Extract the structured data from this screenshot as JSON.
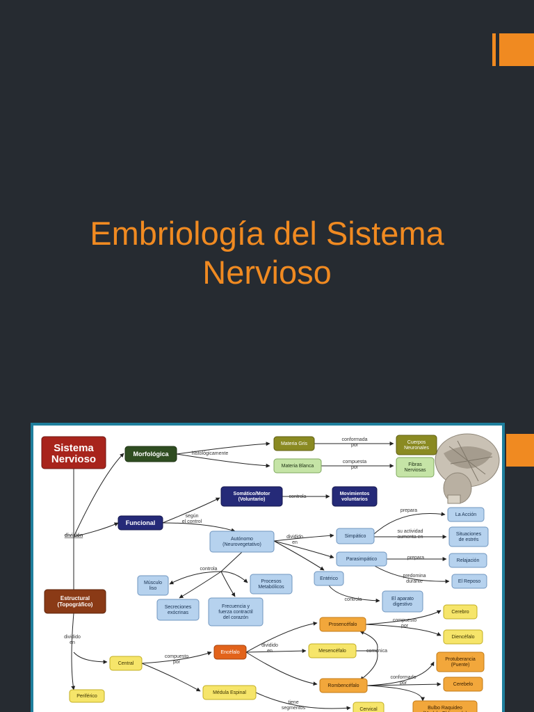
{
  "slide": {
    "title_line1": "Embriología del Sistema",
    "title_line2": "Nervioso",
    "accent_color": "#f08a21",
    "background_color": "#262b31"
  },
  "concept_map": {
    "nodes": {
      "root": [
        "Sistema",
        "Nervioso"
      ],
      "morfologica": [
        "Morfológica"
      ],
      "materia_gris": [
        "Materia Gris"
      ],
      "materia_blanca": [
        "Materia Blanca"
      ],
      "cuerpos": [
        "Cuerpos",
        "Neuronales"
      ],
      "fibras": [
        "Fibras",
        "Nerviosas"
      ],
      "funcional": [
        "Funcional"
      ],
      "somatico": [
        "Somático/Motor",
        "(Voluntario)"
      ],
      "movimientos": [
        "Movimientos",
        "voluntarios"
      ],
      "autonomo": [
        "Autónomo",
        "(Neurovegetativo)"
      ],
      "simpatico": [
        "Simpático"
      ],
      "parasimpatico": [
        "Parasimpático"
      ],
      "enterico": [
        "Entérico"
      ],
      "la_accion": [
        "La Acción"
      ],
      "situaciones": [
        "Situaciones",
        "de estrés"
      ],
      "relajacion": [
        "Relajación"
      ],
      "el_reposo": [
        "El Reposo"
      ],
      "aparato": [
        "El aparato",
        "digestivo"
      ],
      "musculo": [
        "Músculo",
        "liso"
      ],
      "secreciones": [
        "Secreciones",
        "exócrinas"
      ],
      "frecuencia": [
        "Frecuencia y",
        "fuerza contractil",
        "del corazón"
      ],
      "procesos": [
        "Procesos",
        "Metabólicos"
      ],
      "estructural": [
        "Estructural",
        "(Topográfico)"
      ],
      "central": [
        "Central"
      ],
      "periferico": [
        "Periférico"
      ],
      "encefalo": [
        "Encéfalo"
      ],
      "medula": [
        "Médula Espinal"
      ],
      "prosencefalo": [
        "Prosencéfalo"
      ],
      "mesencefalo": [
        "Mesencéfalo"
      ],
      "rombencefalo": [
        "Rombencéfalo"
      ],
      "cerebro": [
        "Cerebro"
      ],
      "diencefalo": [
        "Diencéfalo"
      ],
      "protuberancia": [
        "Protuberancia",
        "(Puente)"
      ],
      "cerebelo": [
        "Cerebelo"
      ],
      "bulbo": [
        "Bulbo Raquideo",
        "(Medula Oblongada)"
      ],
      "cervical": [
        "Cervical"
      ]
    },
    "links": {
      "division": [
        "división"
      ],
      "histologicamente": [
        "histológicamente"
      ],
      "conformada_por": [
        "conformada",
        "por"
      ],
      "compuesta_por": [
        "compuesta",
        "por"
      ],
      "segun_control": [
        "según",
        "el control"
      ],
      "controla_somatico": [
        "controla"
      ],
      "dividido_autonomo": [
        "dividido",
        "en"
      ],
      "prepara_accion": [
        "prepara"
      ],
      "actividad": [
        "su actividad",
        "aumenta en"
      ],
      "prepara_relajacion": [
        "prepara"
      ],
      "predomina": [
        "predomina",
        "durante"
      ],
      "controla_enterico": [
        "controla"
      ],
      "controla_autonomo": [
        "controla"
      ],
      "dividido_estructural": [
        "dividido",
        "en"
      ],
      "compuesto_central": [
        "compuesto",
        "por"
      ],
      "dividido_encefalo": [
        "dividido",
        "en"
      ],
      "compuesto_prosencefalo": [
        "compuesto",
        "por"
      ],
      "comunica": [
        "comunica"
      ],
      "conformado_rombencefalo": [
        "conformado",
        "por"
      ],
      "tiene_segmentos": [
        "tiene",
        "segmentos"
      ]
    }
  }
}
